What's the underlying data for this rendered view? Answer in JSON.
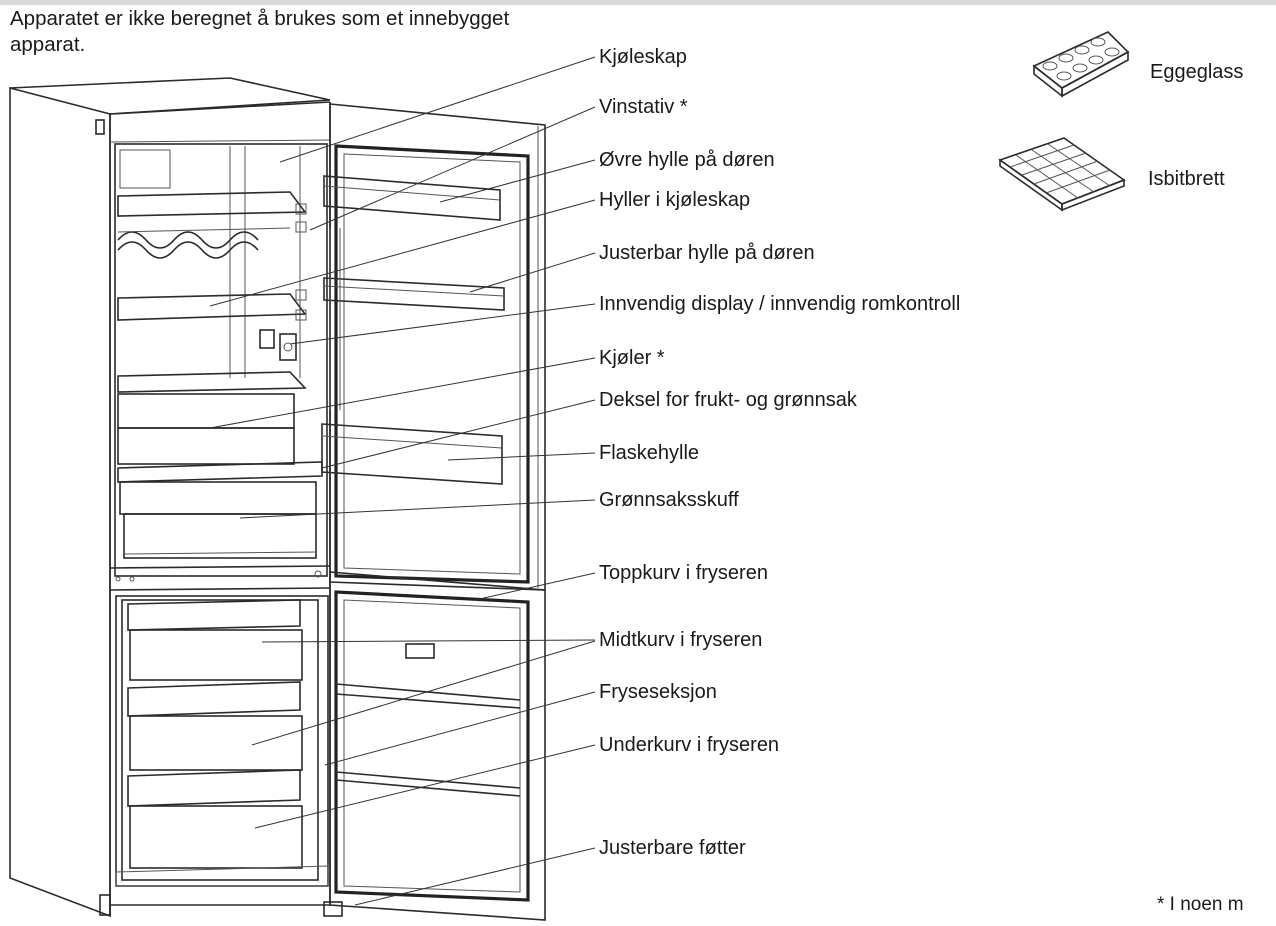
{
  "intro_text": "Apparatet er ikke beregnet å brukes som et innebygget apparat.",
  "labels": [
    {
      "id": "kjoleskap",
      "text": "Kjøleskap"
    },
    {
      "id": "vinstativ",
      "text": "Vinstativ *"
    },
    {
      "id": "ovre-hylle",
      "text": "Øvre hylle på døren"
    },
    {
      "id": "hyller",
      "text": "Hyller i kjøleskap"
    },
    {
      "id": "justerbar-hylle",
      "text": "Justerbar hylle på døren"
    },
    {
      "id": "display",
      "text": "Innvendig display / innvendig romkontroll"
    },
    {
      "id": "kjoler",
      "text": "Kjøler *"
    },
    {
      "id": "deksel",
      "text": "Deksel for frukt- og grønnsak"
    },
    {
      "id": "flaskehylle",
      "text": "Flaskehylle"
    },
    {
      "id": "gronnsaksskuff",
      "text": "Grønnsaksskuff"
    },
    {
      "id": "toppkurv",
      "text": "Toppkurv i fryseren"
    },
    {
      "id": "midtkurv",
      "text": "Midtkurv i fryseren"
    },
    {
      "id": "fryseseksjon",
      "text": "Fryseseksjon"
    },
    {
      "id": "underkurv",
      "text": "Underkurv i fryseren"
    },
    {
      "id": "fotter",
      "text": "Justerbare føtter"
    }
  ],
  "accessories": [
    {
      "id": "eggeglass",
      "text": "Eggeglass"
    },
    {
      "id": "isbitbrett",
      "text": "Isbitbrett"
    }
  ],
  "footnote": "* I noen m"
}
